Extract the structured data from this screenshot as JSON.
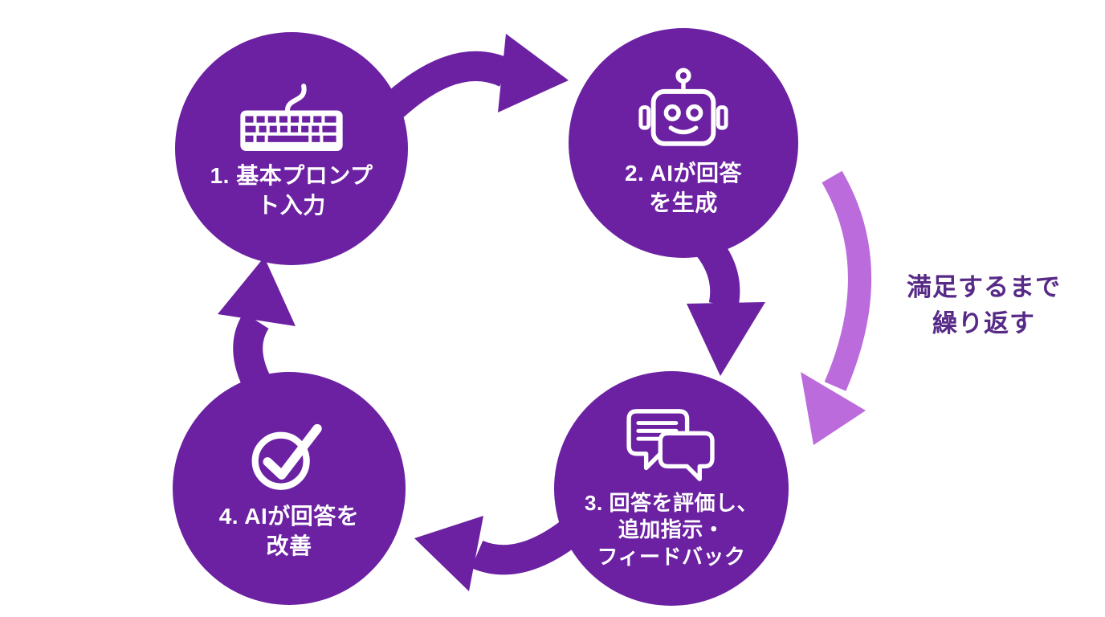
{
  "colors": {
    "circle": "#6B21A2",
    "arrow": "#6B21A2",
    "loop_arrow": "#BB6BDC",
    "loop_text": "#562A86",
    "step_text": "#FFFFFF",
    "background": "#FFFFFF"
  },
  "steps": [
    {
      "name": "basic-prompt-input",
      "icon": "keyboard-icon",
      "lines": [
        "1. 基本プロンプ",
        "ト入力"
      ]
    },
    {
      "name": "ai-generates-answer",
      "icon": "robot-icon",
      "lines": [
        "2. AIが回答",
        "を生成"
      ]
    },
    {
      "name": "evaluate-and-feedback",
      "icon": "chat-bubbles-icon",
      "lines": [
        "3. 回答を評価し、",
        "追加指示・",
        "フィードバック"
      ]
    },
    {
      "name": "ai-improves-answer",
      "icon": "check-circle-icon",
      "lines": [
        "4. AIが回答を",
        "改善"
      ]
    }
  ],
  "loop_label": {
    "lines": [
      "満足するまで",
      "繰り返す"
    ]
  },
  "arrows": [
    {
      "name": "arrow-step1-to-step2"
    },
    {
      "name": "arrow-step2-to-step3"
    },
    {
      "name": "arrow-step3-to-step4"
    },
    {
      "name": "arrow-step4-to-step1"
    },
    {
      "name": "loop-arrow"
    }
  ]
}
